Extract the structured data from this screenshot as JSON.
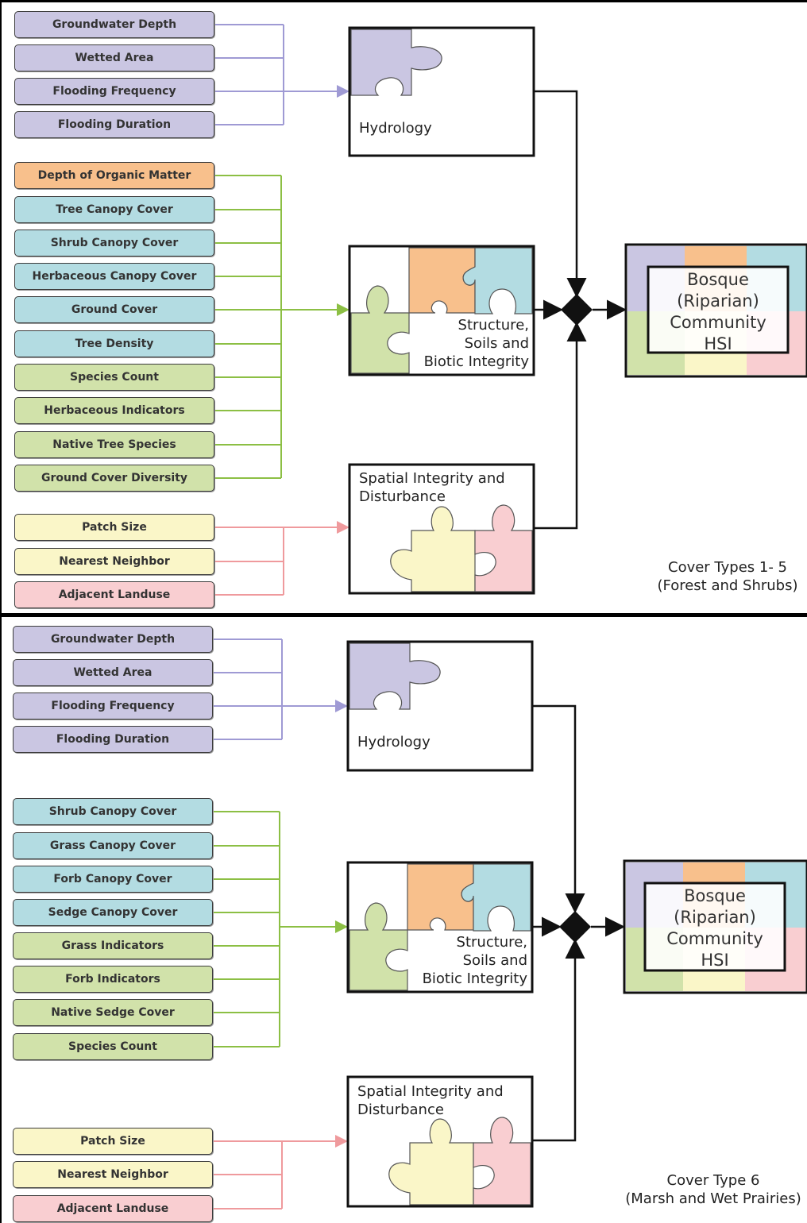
{
  "colors": {
    "hydrology": "#cac6e2",
    "organic": "#f8c08c",
    "canopy": "#b3dce2",
    "biotic": "#d1e2aa",
    "patch": "#faf6c8",
    "landuse": "#f9ced1",
    "connector_hydrology": "#9f9ad4",
    "connector_structure": "#8cbf44",
    "connector_spatial": "#ef9a9d"
  },
  "top": {
    "indicators": [
      "Groundwater Depth",
      "Wetted Area",
      "Flooding Frequency",
      "Flooding Duration",
      "Depth of Organic Matter",
      "Tree Canopy Cover",
      "Shrub Canopy Cover",
      "Herbaceous Canopy Cover",
      "Ground Cover",
      "Tree Density",
      "Species Count",
      "Herbaceous Indicators",
      "Native Tree Species",
      "Ground Cover Diversity",
      "Patch Size",
      "Nearest Neighbor",
      "Adjacent Landuse"
    ],
    "hydrology_label": "Hydrology",
    "structure_label": [
      "Structure,",
      "Soils and",
      "Biotic Integrity"
    ],
    "spatial_label": [
      "Spatial Integrity and",
      "Disturbance"
    ],
    "hsi_label": [
      "Bosque",
      "(Riparian)",
      "Community",
      "HSI"
    ],
    "caption": [
      "Cover Types 1- 5",
      "(Forest and Shrubs)"
    ]
  },
  "bottom": {
    "indicators": [
      "Groundwater Depth",
      "Wetted Area",
      "Flooding Frequency",
      "Flooding Duration",
      "Shrub Canopy Cover",
      "Grass Canopy Cover",
      "Forb Canopy Cover",
      "Sedge Canopy Cover",
      "Grass Indicators",
      "Forb Indicators",
      "Native Sedge Cover",
      "Species Count",
      "Patch Size",
      "Nearest Neighbor",
      "Adjacent Landuse"
    ],
    "hydrology_label": "Hydrology",
    "structure_label": [
      "Structure,",
      "Soils and",
      "Biotic Integrity"
    ],
    "spatial_label": [
      "Spatial Integrity and",
      "Disturbance"
    ],
    "hsi_label": [
      "Bosque",
      "(Riparian)",
      "Community",
      "HSI"
    ],
    "caption": [
      "Cover Type 6",
      "(Marsh and Wet Prairies)"
    ]
  }
}
